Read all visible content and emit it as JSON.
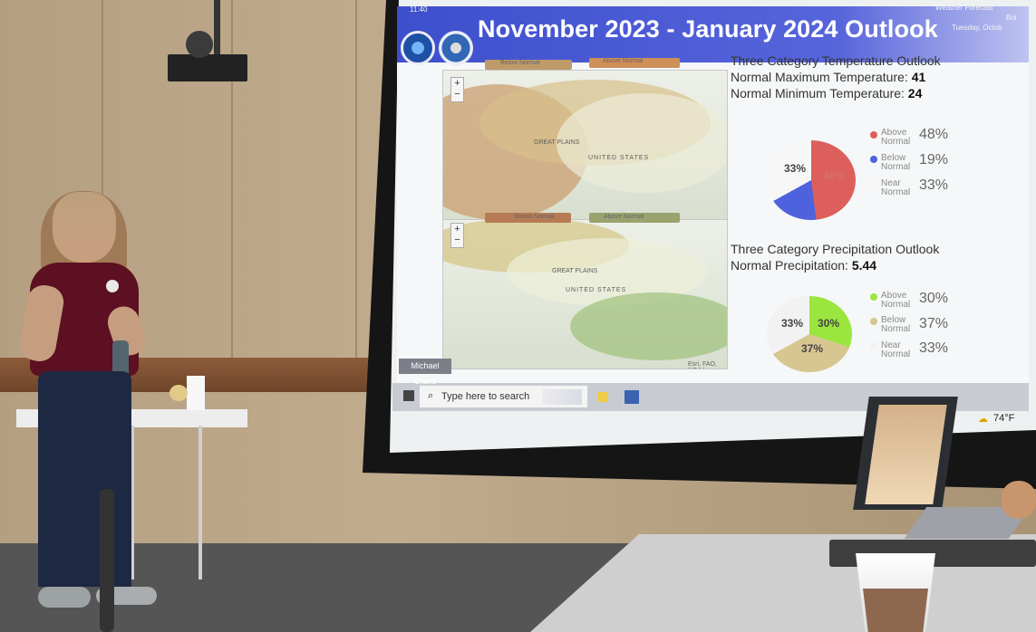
{
  "slide": {
    "title": "November 2023 - January 2024 Outlook",
    "top_right_line1": "Weather Forecast",
    "top_right_line2": "Boi",
    "top_right_line3": "Tuesday, Octob",
    "status_time": "11:40"
  },
  "temperature": {
    "title": "Three Category Temperature Outlook",
    "max_label": "Normal Maximum Temperature:",
    "max_value": "41",
    "min_label": "Normal Minimum Temperature:",
    "min_value": "24",
    "pie_label_near": "33%",
    "pie_label_above": "48%",
    "legend": [
      {
        "label1": "Above",
        "label2": "Normal",
        "value": "48%"
      },
      {
        "label1": "Below",
        "label2": "Normal",
        "value": "19%"
      },
      {
        "label1": "Near",
        "label2": "Normal",
        "value": "33%"
      }
    ],
    "colors": {
      "above": "#dc5f5b",
      "below": "#4f62dd",
      "near": "#f7f7f7"
    }
  },
  "precipitation": {
    "title": "Three Category Precipitation Outlook",
    "normal_label": "Normal Precipitation:",
    "normal_value": "5.44",
    "pie_label_near": "33%",
    "pie_label_above": "30%",
    "pie_label_below": "37%",
    "legend": [
      {
        "label1": "Above",
        "label2": "Normal",
        "value": "30%"
      },
      {
        "label1": "Below",
        "label2": "Normal",
        "value": "37%"
      },
      {
        "label1": "Near",
        "label2": "Normal",
        "value": "33%"
      }
    ],
    "colors": {
      "above": "#9be63e",
      "below": "#d7c690",
      "near": "#f2f2f2"
    }
  },
  "maps": {
    "top_left_legend": "Below Normal",
    "top_right_legend": "Above Normal",
    "bottom_left_legend": "Below Normal",
    "bottom_right_legend": "Above Normal",
    "region_label_1": "GREAT PLAINS",
    "region_label_2": "UNITED STATES",
    "bottom_credit": "Esri, FAO, NOAA"
  },
  "taskbar": {
    "search_placeholder": "Type here to search",
    "weather": "74°F"
  },
  "chip": {
    "name": "Michael Crane"
  }
}
